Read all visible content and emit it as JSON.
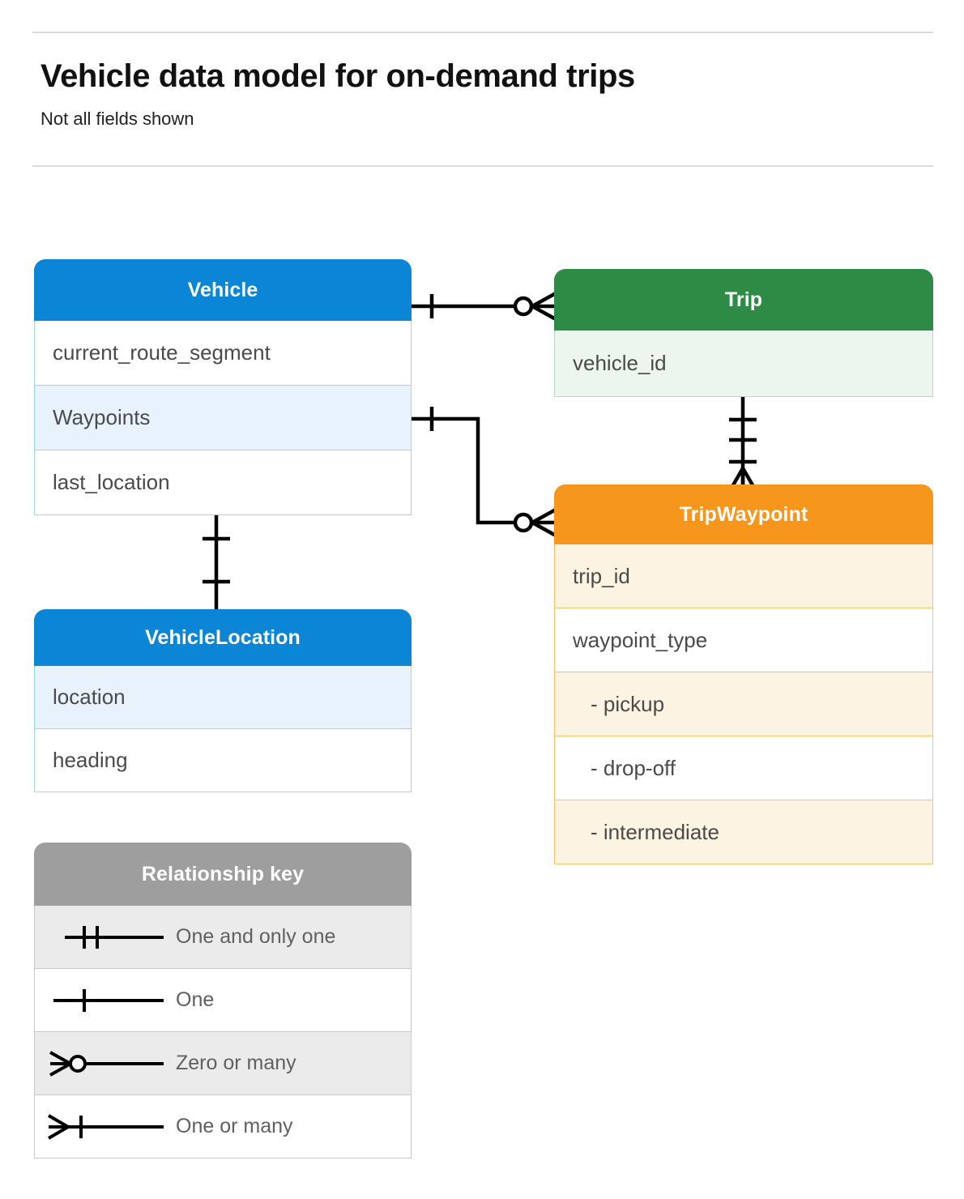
{
  "header": {
    "title": "Vehicle data model for on-demand trips",
    "subtitle": "Not all fields shown"
  },
  "colors": {
    "blue": "#0b86d6",
    "blue_row_alt": "#e8f2fc",
    "blue_border": "#a3d3f2",
    "green": "#2e8b46",
    "green_row_alt": "#ecf6ef",
    "green_border": "#b4ddc0",
    "orange": "#f7961d",
    "orange_row_alt": "#fdf3e2",
    "orange_border": "#f7c368",
    "grey": "#9e9e9e",
    "grey_row_alt": "#ebebeb",
    "line": "#000000",
    "divider": "#dadce0",
    "text": "#4a4a4a"
  },
  "entities": {
    "vehicle": {
      "title": "Vehicle",
      "fields": [
        {
          "label": "current_route_segment",
          "highlight": false
        },
        {
          "label": "Waypoints",
          "highlight": true
        },
        {
          "label": "last_location",
          "highlight": false
        }
      ]
    },
    "vehicle_location": {
      "title": "VehicleLocation",
      "fields": [
        {
          "label": "location",
          "highlight": true
        },
        {
          "label": "heading",
          "highlight": false
        }
      ]
    },
    "trip": {
      "title": "Trip",
      "fields": [
        {
          "label": "vehicle_id",
          "highlight": true
        }
      ]
    },
    "trip_waypoint": {
      "title": "TripWaypoint",
      "fields": [
        {
          "label": "trip_id",
          "highlight": true
        },
        {
          "label": "waypoint_type",
          "highlight": false
        },
        {
          "label": "- pickup",
          "highlight": true
        },
        {
          "label": "- drop-off",
          "highlight": false
        },
        {
          "label": "- intermediate",
          "highlight": true
        }
      ]
    }
  },
  "legend": {
    "title": "Relationship key",
    "rows": [
      {
        "label": "One and only one",
        "symbol": "one-and-only-one"
      },
      {
        "label": "One",
        "symbol": "one"
      },
      {
        "label": "Zero or many",
        "symbol": "zero-or-many"
      },
      {
        "label": "One or many",
        "symbol": "one-or-many"
      }
    ]
  },
  "relationships": [
    {
      "name": "vehicle-to-trip",
      "from": "Vehicle",
      "to": "Trip",
      "from_cardinality": "One",
      "to_cardinality": "Zero or many"
    },
    {
      "name": "vehicle-waypoints-to-tripwaypoint",
      "from": "Vehicle.Waypoints",
      "to": "TripWaypoint",
      "from_cardinality": "One",
      "to_cardinality": "Zero or many"
    },
    {
      "name": "trip-to-tripwaypoint",
      "from": "Trip",
      "to": "TripWaypoint",
      "from_cardinality": "One and only one",
      "to_cardinality": "One or many"
    },
    {
      "name": "vehicle-to-vehiclelocation",
      "from": "Vehicle",
      "to": "VehicleLocation",
      "from_cardinality": "One",
      "to_cardinality": "One"
    }
  ]
}
